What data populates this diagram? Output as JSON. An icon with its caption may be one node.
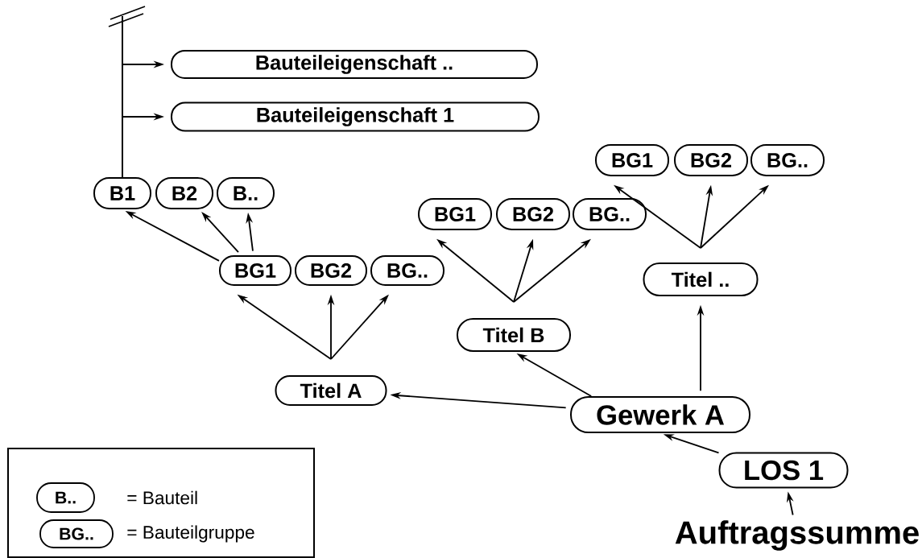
{
  "diagram": {
    "nodes": [
      {
        "text": [
          "Bauteileigenschaft .."
        ]
      },
      {
        "text": [
          "Bauteileigenschaft 1"
        ]
      },
      {
        "text": [
          "B1"
        ]
      },
      {
        "text": [
          "B2"
        ]
      },
      {
        "text": [
          "B.."
        ]
      },
      {
        "text": [
          "BG1"
        ]
      },
      {
        "text": [
          "BG2"
        ]
      },
      {
        "text": [
          "BG.."
        ]
      },
      {
        "text": [
          "Titel A"
        ]
      },
      {
        "text": [
          "BG1"
        ]
      },
      {
        "text": [
          "BG2"
        ]
      },
      {
        "text": [
          "BG.."
        ]
      },
      {
        "text": [
          "Titel B"
        ]
      },
      {
        "text": [
          "BG1"
        ]
      },
      {
        "text": [
          "BG2"
        ]
      },
      {
        "text": [
          "BG.."
        ]
      },
      {
        "text": [
          "Titel .."
        ]
      },
      {
        "text": [
          "Gewerk A"
        ]
      },
      {
        "text": [
          "LOS 1"
        ]
      },
      {
        "text": [
          "Auftragssumme"
        ]
      }
    ],
    "edges": [
      {
        "from": 2,
        "to": 0,
        "arrow": "to"
      },
      {
        "from": 2,
        "to": 1,
        "arrow": "to"
      },
      {
        "from": 5,
        "to": 2,
        "arrow": "to"
      },
      {
        "from": 5,
        "to": 3,
        "arrow": "to"
      },
      {
        "from": 5,
        "to": 4,
        "arrow": "to"
      },
      {
        "from": 8,
        "to": 5,
        "arrow": "to"
      },
      {
        "from": 8,
        "to": 6,
        "arrow": "to"
      },
      {
        "from": 8,
        "to": 7,
        "arrow": "to"
      },
      {
        "from": 12,
        "to": 9,
        "arrow": "to"
      },
      {
        "from": 12,
        "to": 10,
        "arrow": "to"
      },
      {
        "from": 12,
        "to": 11,
        "arrow": "to"
      },
      {
        "from": 16,
        "to": 13,
        "arrow": "to"
      },
      {
        "from": 16,
        "to": 14,
        "arrow": "to"
      },
      {
        "from": 16,
        "to": 15,
        "arrow": "to"
      },
      {
        "from": 17,
        "to": 8,
        "arrow": "to"
      },
      {
        "from": 17,
        "to": 12,
        "arrow": "to"
      },
      {
        "from": 17,
        "to": 16,
        "arrow": "to"
      },
      {
        "from": 18,
        "to": 17,
        "arrow": "to"
      },
      {
        "from": 19,
        "to": 18,
        "arrow": "to"
      }
    ],
    "labels": [
      "B..",
      "BG.."
    ],
    "legend": [
      {
        "text": "= Bauteil"
      },
      {
        "text": "= Bauteilgruppe"
      }
    ]
  }
}
